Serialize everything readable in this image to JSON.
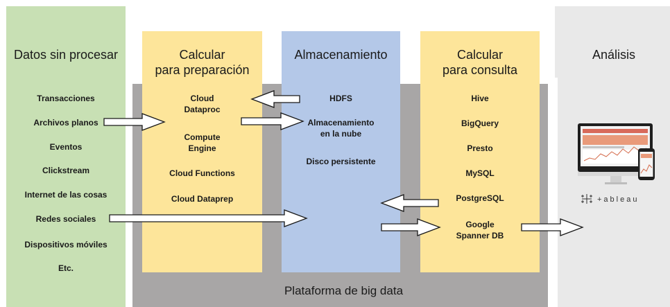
{
  "raw": {
    "title": "Datos sin procesar",
    "items": [
      "Transacciones",
      "Archivos planos",
      "Eventos",
      "Clickstream",
      "Internet de las cosas",
      "Redes sociales",
      "Dispositivos móviles",
      "Etc."
    ]
  },
  "prep": {
    "title_line1": "Calcular",
    "title_line2": "para preparación",
    "items": [
      {
        "line1": "Cloud",
        "line2": "Dataproc"
      },
      {
        "line1": "Compute",
        "line2": "Engine"
      },
      {
        "line1": "Cloud Functions"
      },
      {
        "line1": "Cloud Dataprep"
      }
    ]
  },
  "storage": {
    "title": "Almacenamiento",
    "items": [
      {
        "line1": "HDFS"
      },
      {
        "line1": "Almacenamiento",
        "line2": "en la nube"
      },
      {
        "line1": "Disco persistente"
      }
    ]
  },
  "query": {
    "title_line1": "Calcular",
    "title_line2": "para consulta",
    "items": [
      {
        "line1": "Hive"
      },
      {
        "line1": "BigQuery"
      },
      {
        "line1": "Presto"
      },
      {
        "line1": "MySQL"
      },
      {
        "line1": "PostgreSQL"
      },
      {
        "line1": "Google",
        "line2": "Spanner DB"
      }
    ]
  },
  "analysis": {
    "title": "Análisis",
    "logo_text": "+ableau"
  },
  "platform": {
    "label": "Plataforma de big data"
  },
  "colors": {
    "raw_bg": "#c8e0b4",
    "compute_bg": "#fde59a",
    "storage_bg": "#b4c8e8",
    "platform_bg": "#a8a6a6",
    "analysis_bg": "#e9e9e9"
  },
  "icons": {
    "monitor": "desktop-monitor-icon",
    "phone": "mobile-phone-icon",
    "logo": "tableau-logo-icon"
  }
}
